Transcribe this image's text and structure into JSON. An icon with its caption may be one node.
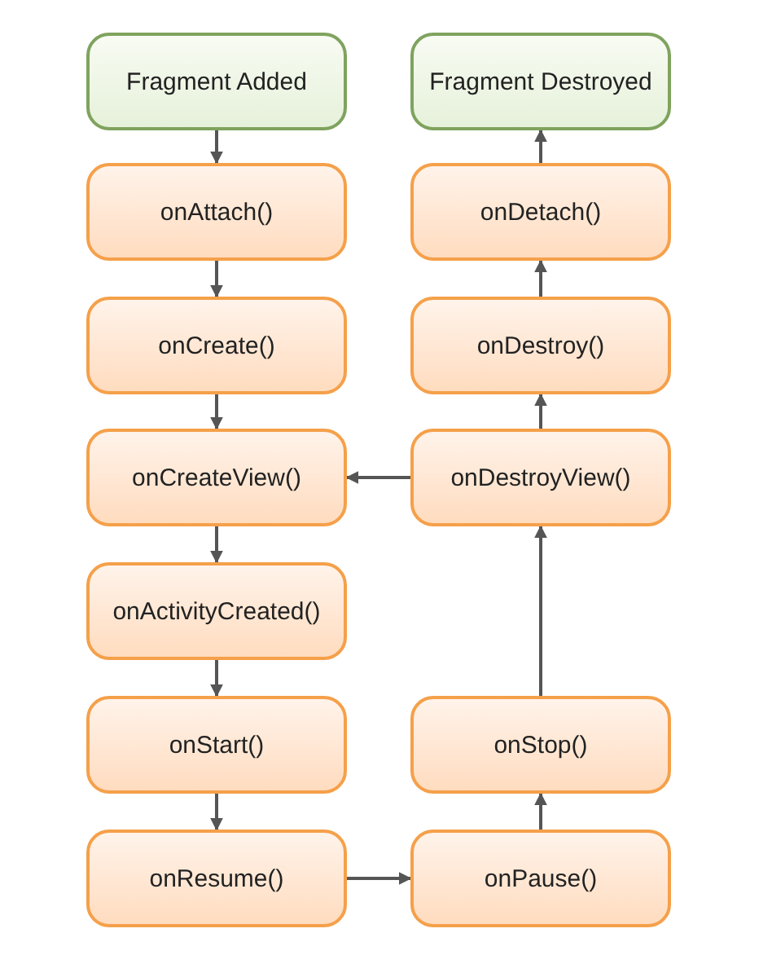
{
  "diagram": {
    "nodes": [
      {
        "text": [
          "Fragment Added"
        ]
      },
      {
        "text": [
          "Fragment Destroyed"
        ]
      },
      {
        "text": [
          "onAttach()"
        ]
      },
      {
        "text": [
          "onDetach()"
        ]
      },
      {
        "text": [
          "onCreate()"
        ]
      },
      {
        "text": [
          "onDestroy()"
        ]
      },
      {
        "text": [
          "onCreateView()"
        ]
      },
      {
        "text": [
          "onDestroyView()"
        ]
      },
      {
        "text": [
          "onActivityCreated()"
        ]
      },
      {
        "text": [
          "onStart()"
        ]
      },
      {
        "text": [
          "onStop()"
        ]
      },
      {
        "text": [
          "onResume()"
        ]
      },
      {
        "text": [
          "onPause()"
        ]
      }
    ],
    "edges": [
      {
        "from": 0,
        "to": 2,
        "arrow": "to"
      },
      {
        "from": 2,
        "to": 4,
        "arrow": "to"
      },
      {
        "from": 4,
        "to": 6,
        "arrow": "to"
      },
      {
        "from": 6,
        "to": 8,
        "arrow": "to"
      },
      {
        "from": 8,
        "to": 9,
        "arrow": "to"
      },
      {
        "from": 9,
        "to": 11,
        "arrow": "to"
      },
      {
        "from": 11,
        "to": 12,
        "arrow": "to"
      },
      {
        "from": 12,
        "to": 10,
        "arrow": "to"
      },
      {
        "from": 10,
        "to": 7,
        "arrow": "to"
      },
      {
        "from": 7,
        "to": 6,
        "arrow": "to"
      },
      {
        "from": 7,
        "to": 5,
        "arrow": "to"
      },
      {
        "from": 5,
        "to": 3,
        "arrow": "to"
      },
      {
        "from": 3,
        "to": 1,
        "arrow": "to"
      }
    ]
  }
}
